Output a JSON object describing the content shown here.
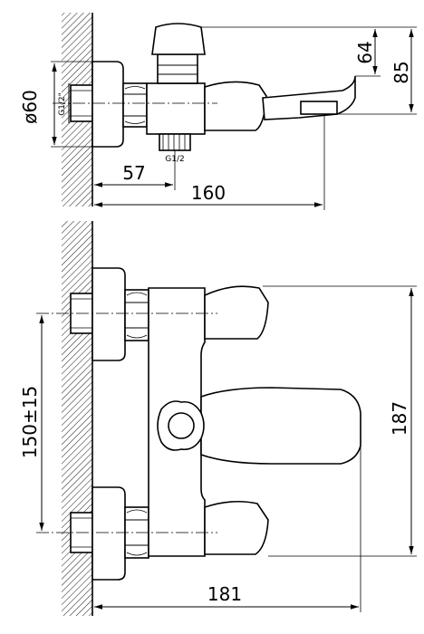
{
  "drawing": {
    "side_view": {
      "dimensions": {
        "pipe_diameter": "ø60",
        "thread_inlet": "G1/2\"",
        "thread_outlet": "G1/2",
        "handle_height": "64",
        "total_height": "85",
        "outlet_offset": "57",
        "depth": "160"
      }
    },
    "front_view": {
      "dimensions": {
        "inlet_spacing": "150±15",
        "height": "187",
        "width": "181"
      }
    }
  }
}
